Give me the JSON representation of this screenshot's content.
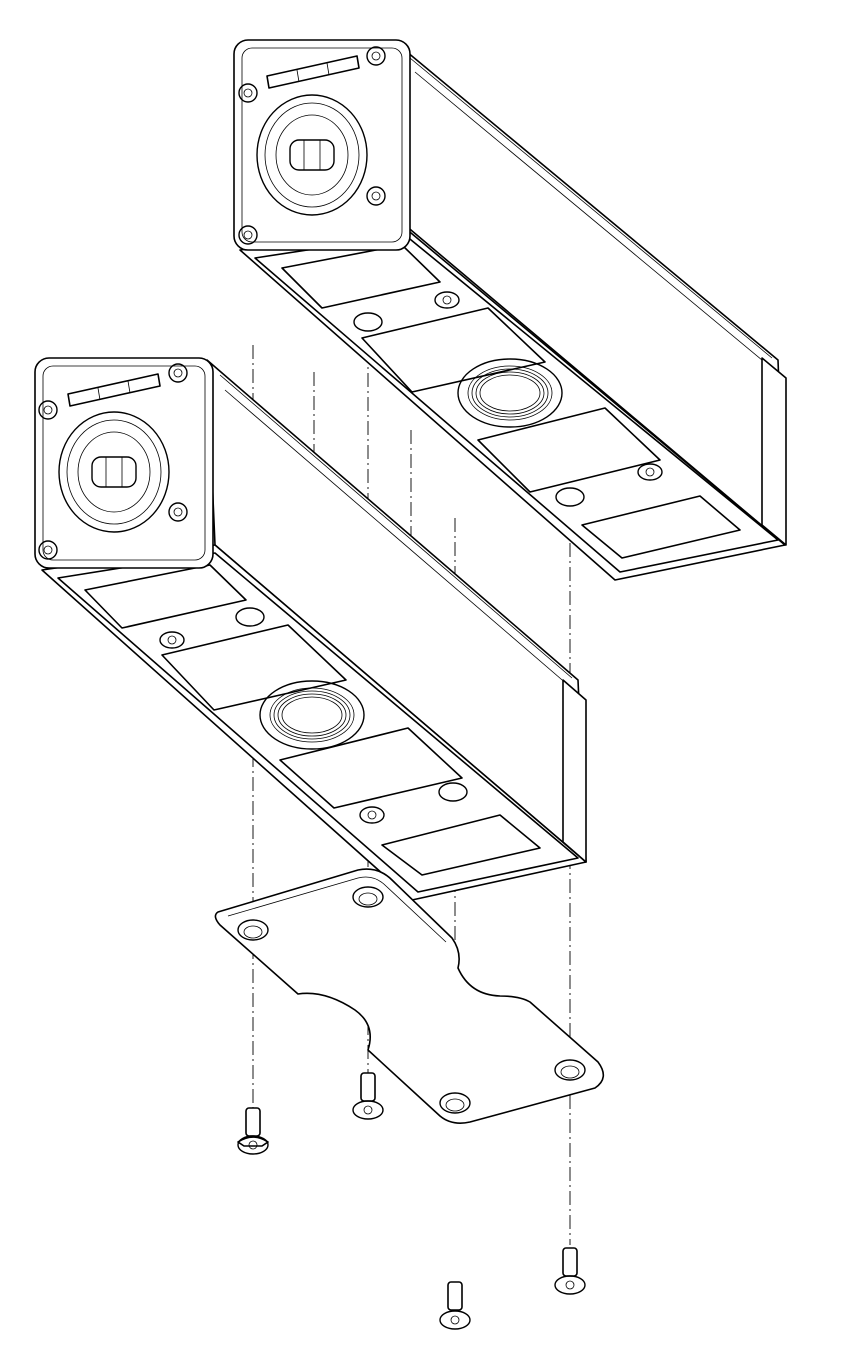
{
  "figure": {
    "description_visible_text": "",
    "line_color": "#000000",
    "background_color": "#ffffff"
  },
  "parts": {
    "enclosures": [
      {
        "role": "upper-enclosure",
        "icon": "enclosure-box-icon"
      },
      {
        "role": "lower-enclosure",
        "icon": "enclosure-box-icon"
      }
    ],
    "mounting_plate": {
      "icon": "mounting-plate-icon",
      "holes": 4
    },
    "screws": [
      {
        "icon": "countersunk-screw-icon"
      },
      {
        "icon": "countersunk-screw-icon"
      },
      {
        "icon": "countersunk-screw-icon"
      },
      {
        "icon": "countersunk-screw-icon"
      }
    ]
  }
}
